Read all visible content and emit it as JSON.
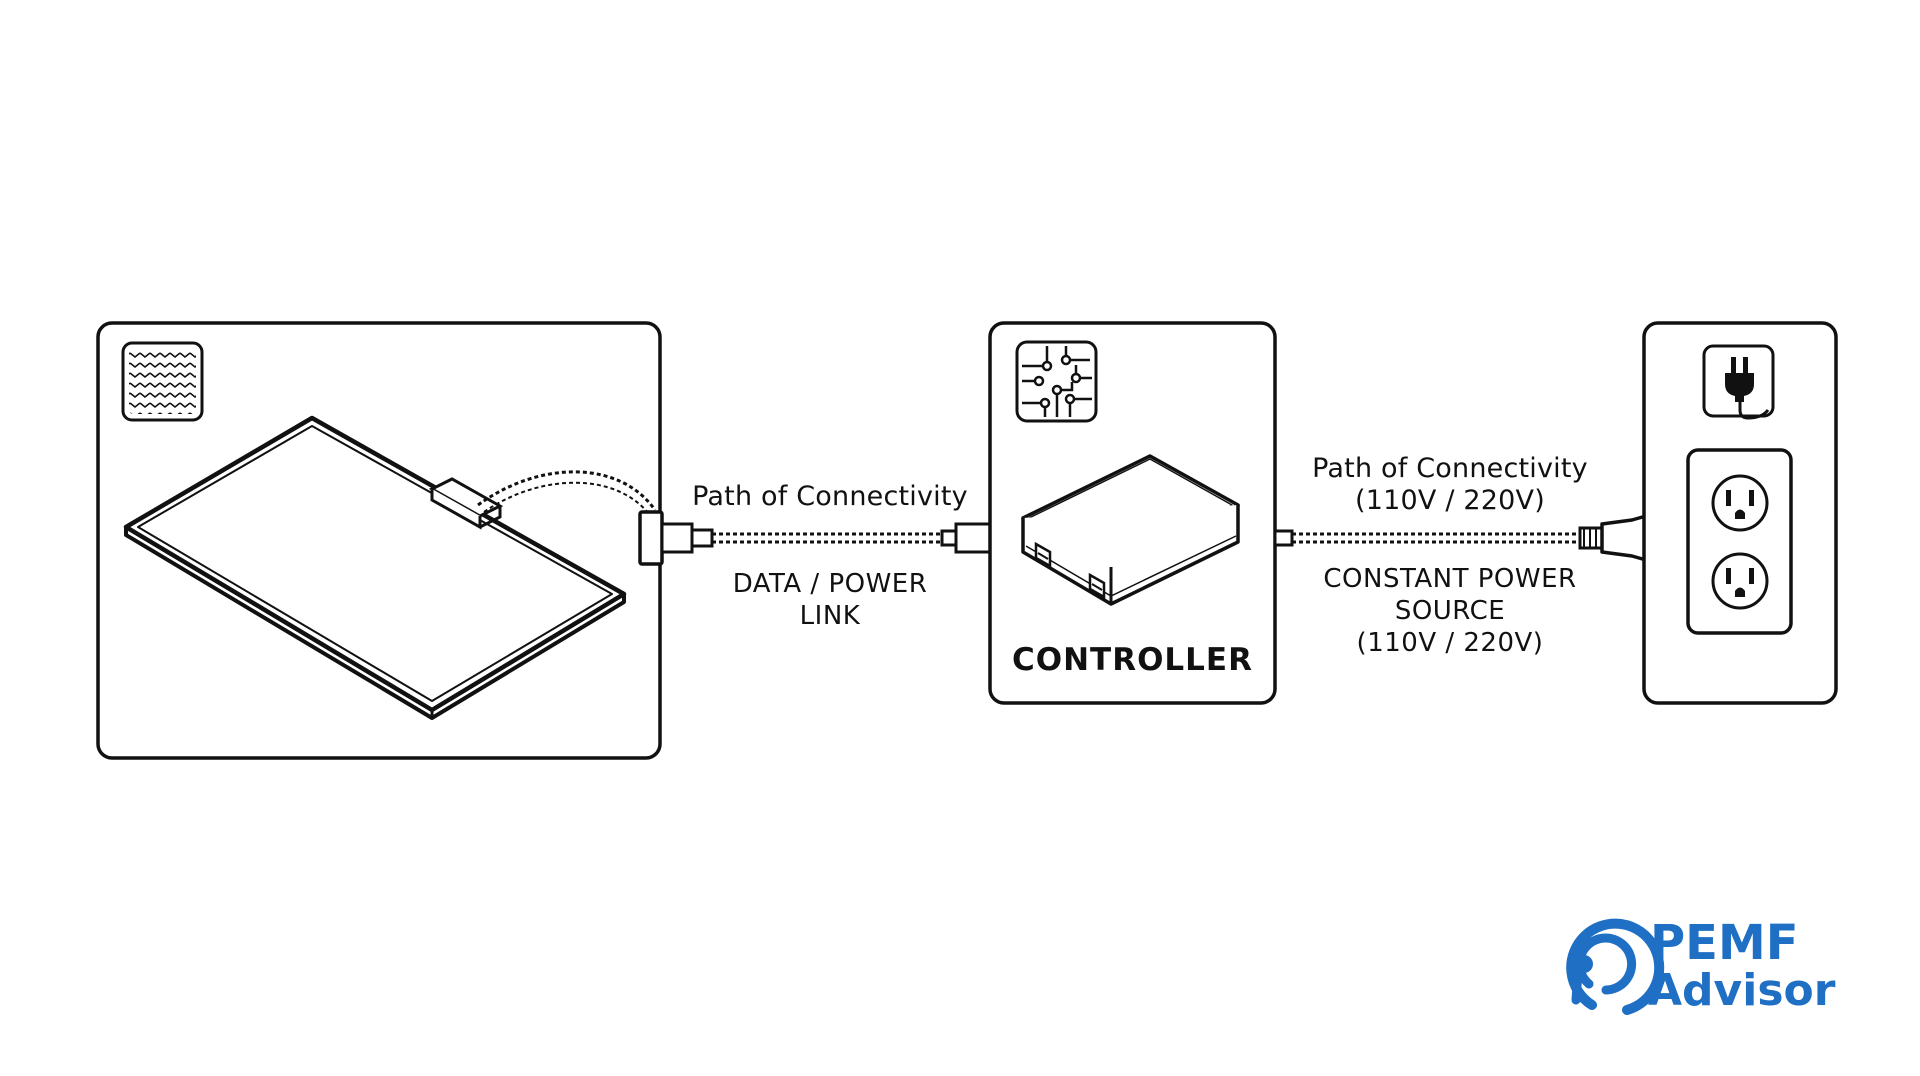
{
  "labels": {
    "path_left": "Path of Connectivity",
    "link_line1": "DATA / POWER",
    "link_line2": "LINK",
    "controller": "CONTROLLER",
    "path_right_line1": "Path of Connectivity",
    "path_right_line2": "(110V / 220V)",
    "source_line1": "CONSTANT POWER",
    "source_line2": "SOURCE",
    "source_line3": "(110V / 220V)"
  },
  "logo": {
    "line1": "PEMF",
    "line2": "Advisor",
    "color": "#1f6fc4"
  },
  "icons": {
    "mat_panel": "woven-texture-icon",
    "controller_panel": "circuit-chip-icon",
    "outlet_panel": "power-plug-icon"
  },
  "colors": {
    "line": "#111111",
    "background": "#ffffff",
    "brand": "#1f6fc4"
  }
}
